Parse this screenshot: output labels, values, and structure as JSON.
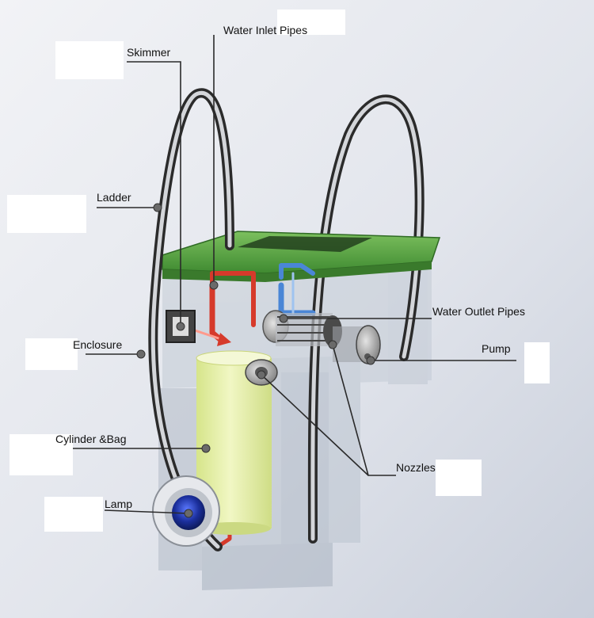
{
  "colors": {
    "background": "#d9dee6",
    "tray": "#4f9a3c",
    "ladder": "#2b2b2b",
    "inlet_pipe": "#d63a2b",
    "outlet_pipe": "#4a86d6",
    "cylinder": "#e6f0a6",
    "lamp": "#1b2f9c",
    "leader": "#2a2a2a"
  },
  "labels": {
    "water_inlet_pipes": "Water Inlet Pipes",
    "skimmer": "Skimmer",
    "ladder": "Ladder",
    "water_outlet_pipes": "Water Outlet Pipes",
    "pump": "Pump",
    "enclosure": "Enclosure",
    "cylinder_bag": "Cylinder &Bag",
    "nozzles": "Nozzles",
    "lamp": "Lamp"
  }
}
